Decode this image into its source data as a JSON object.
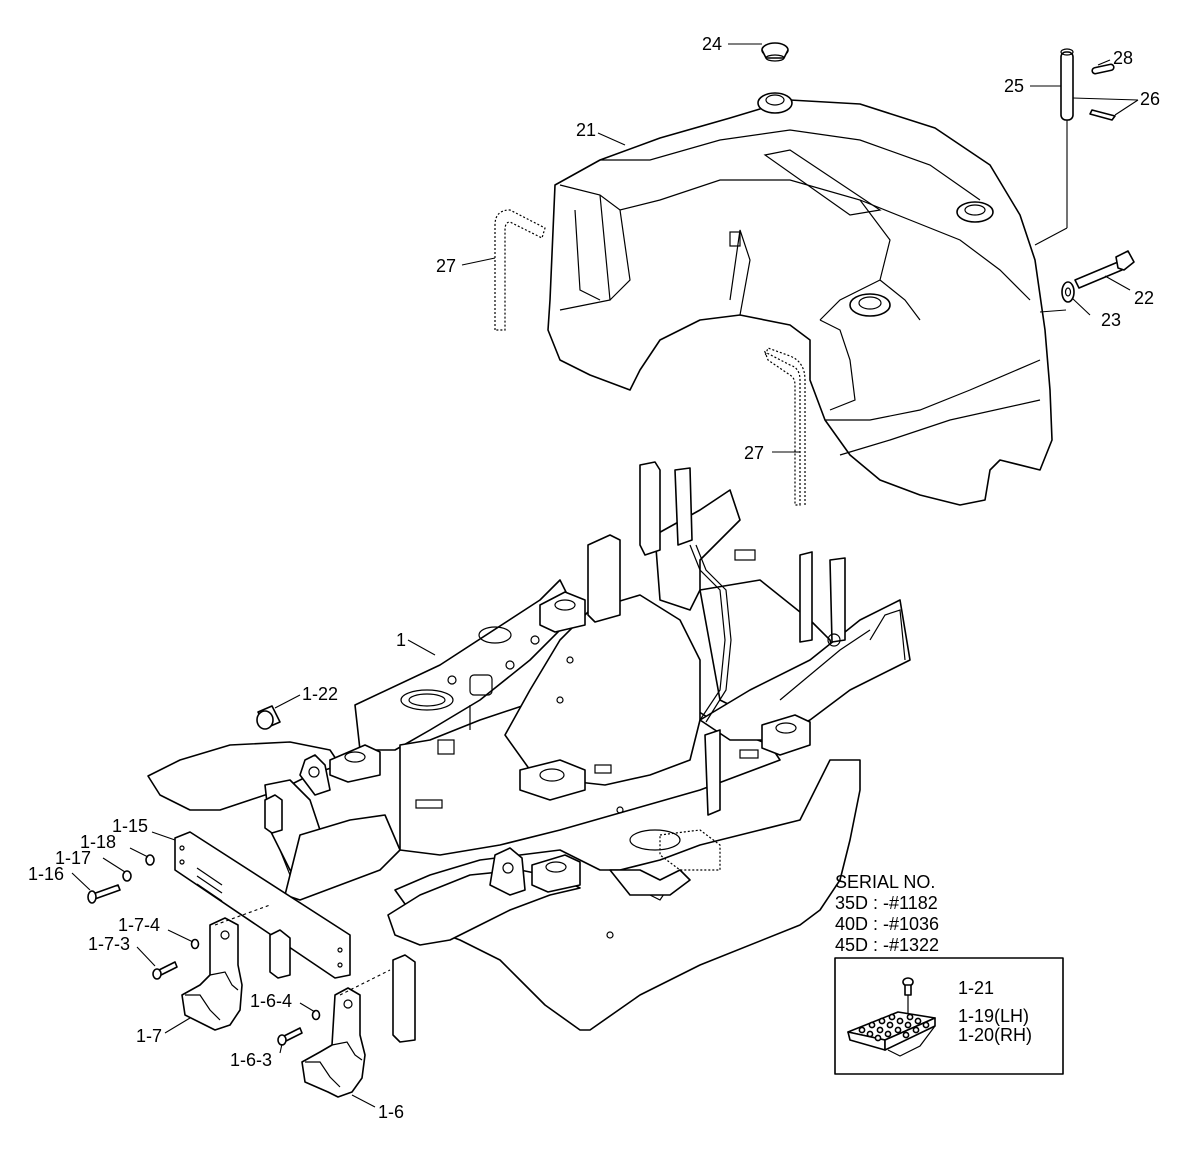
{
  "labels": {
    "l24": "24",
    "l28": "28",
    "l25": "25",
    "l26": "26",
    "l21": "21",
    "l27a": "27",
    "l22": "22",
    "l23": "23",
    "l27b": "27",
    "l1": "1",
    "l1_22": "1-22",
    "l1_15": "1-15",
    "l1_18": "1-18",
    "l1_17": "1-17",
    "l1_16": "1-16",
    "l1_7_4": "1-7-4",
    "l1_7_3": "1-7-3",
    "l1_7": "1-7",
    "l1_6_4": "1-6-4",
    "l1_6_3": "1-6-3",
    "l1_6": "1-6",
    "l1_21": "1-21",
    "l1_19": "1-19(LH)",
    "l1_20": "1-20(RH)"
  },
  "serial": {
    "title": "SERIAL NO.",
    "lines": [
      "35D : -#1182",
      "40D : -#1036",
      "45D : -#1322"
    ]
  }
}
